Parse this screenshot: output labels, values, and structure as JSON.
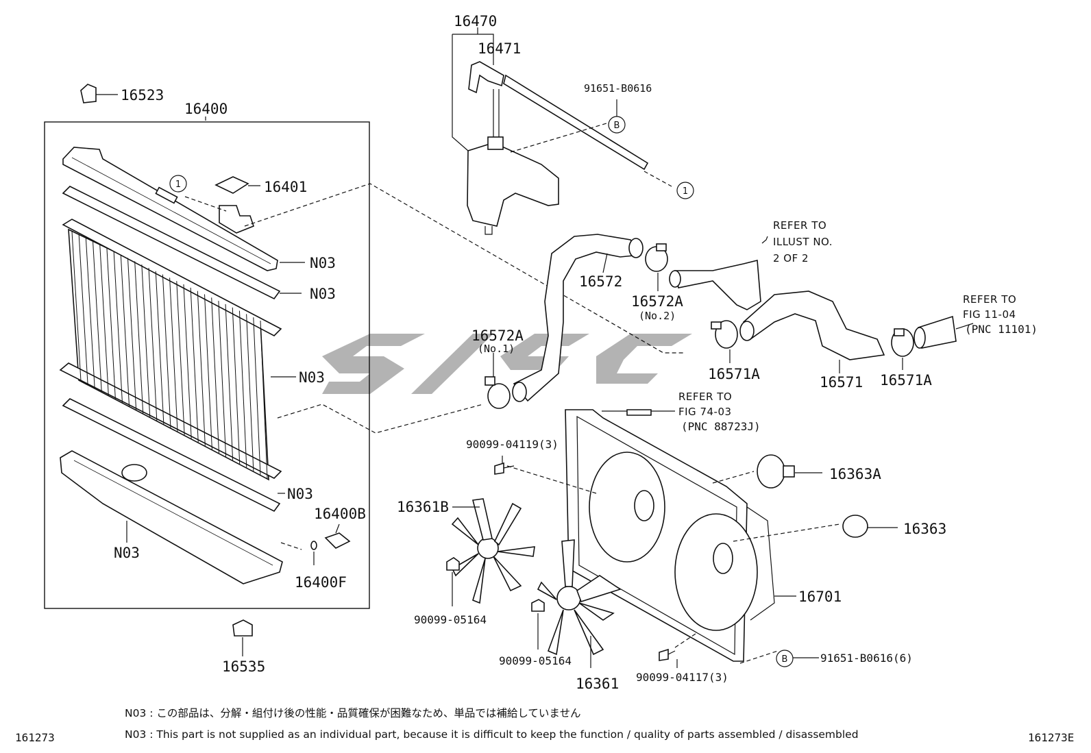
{
  "labels": {
    "p16470": "16470",
    "p16471": "16471",
    "p91651_b0616": "91651-B0616",
    "p16523": "16523",
    "p16400": "16400",
    "p16401": "16401",
    "n03_a": "N03",
    "n03_b": "N03",
    "n03_c": "N03",
    "n03_d": "N03",
    "n03_e": "N03",
    "p16400b": "16400B",
    "p16400f": "16400F",
    "p16535": "16535",
    "p16572": "16572",
    "p16572a_no2": "16572A",
    "no2": "(No.2)",
    "p16572a_no1": "16572A",
    "no1": "(No.1)",
    "p16571a_a": "16571A",
    "p16571": "16571",
    "p16571a_b": "16571A",
    "p90099_04119": "90099-04119(3)",
    "p16361b": "16361B",
    "p16363a": "16363A",
    "p16363": "16363",
    "p16701": "16701",
    "p90099_05164_a": "90099-05164",
    "p90099_05164_b": "90099-05164",
    "p16361": "16361",
    "p90099_04117": "90099-04117(3)",
    "p91651_b0616_6": "91651-B0616(6)"
  },
  "refs": {
    "refer_illust": [
      "REFER TO",
      "ILLUST NO.",
      "2 OF 2"
    ],
    "refer_fig_11_04": [
      "REFER TO",
      "FIG 11-04",
      "(PNC 11101)"
    ],
    "refer_fig_74_03": [
      "REFER TO",
      "FIG 74-03",
      "(PNC 88723J)"
    ]
  },
  "markers": {
    "one": "1",
    "b": "B"
  },
  "notes": {
    "jp": "N03 : この部品は、分解・組付け後の性能・品質確保が困難なため、単品では補給していません",
    "en": "N03 : This part is not supplied as an individual part, because it is difficult to keep the function / quality of parts assembled / disassembled"
  },
  "codes": {
    "left": "161273",
    "right": "161273E"
  }
}
